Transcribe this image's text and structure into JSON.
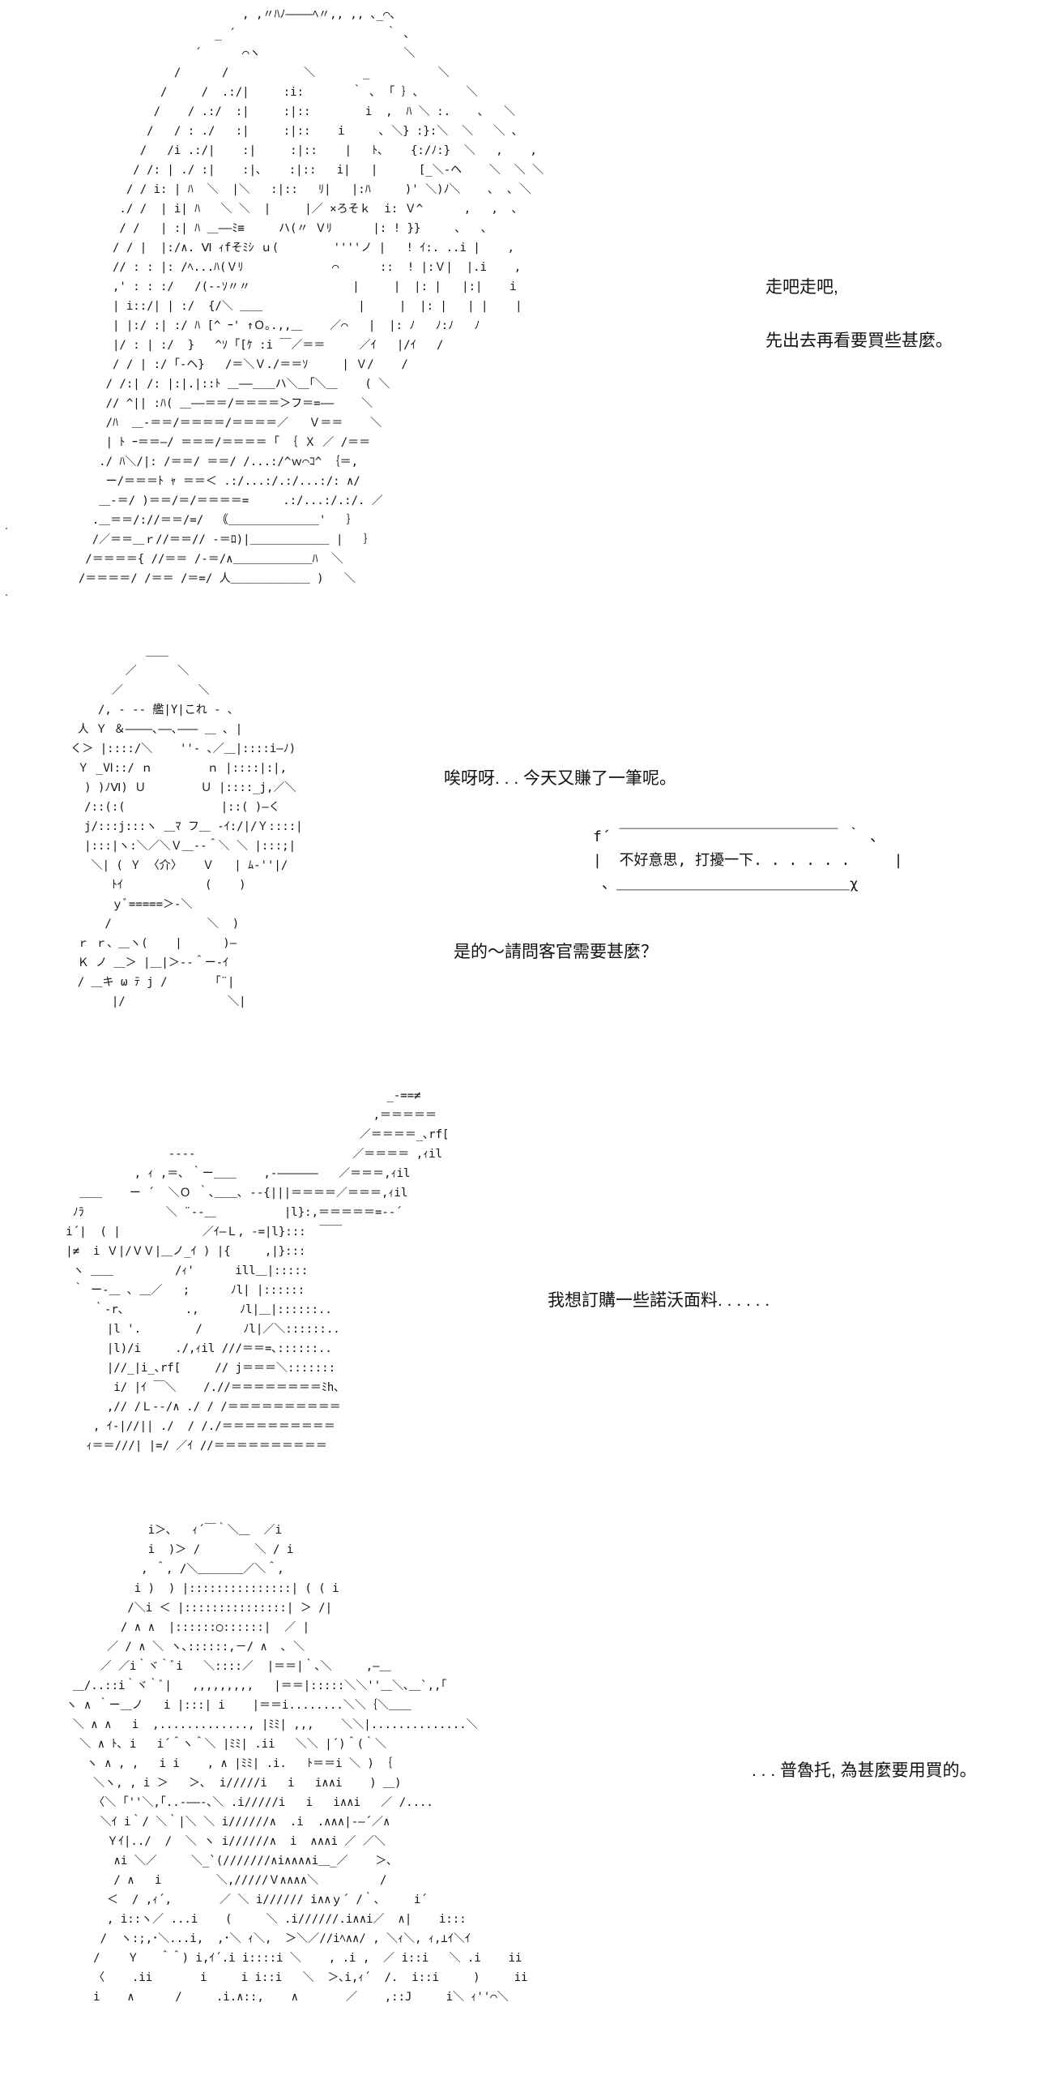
{
  "page": {
    "background": "#ffffff",
    "text_color": "#111111"
  },
  "margin_dots": [
    ".",
    "."
  ],
  "ascii_art": [
    {
      "name": "long-haired-girl",
      "lines": [
        "                          , ,〃ﾊﾉ――――ﾍ〃,, ,, ､_⌒､",
        "                      _ ´                      ｀ ､",
        "                   ´      ⌒ヽ                     ＼",
        "                /      /           ＼       _          ＼",
        "              /     /  .:/|     :i:       ｀ ､  ｢ ｝､       ＼",
        "             /    / .:/  :|     :|::        i  ,  ﾊ ＼ :.    ､   ＼",
        "            /   / : ./   :|     :|::    i     ､ ＼} :}:＼  ＼   ＼ ､",
        "           /   /i .:/|    :|     :|::    |   ﾄ､    {:/ﾉ:}  ＼   ,    ,",
        "          / /: | ./ :|    :|､    :|::   i|   |      [_＼-ヘ    ＼  ＼ ＼",
        "         / / i: | ﾊ  ＼  |＼   :|::   ﾘ|   |:ﾊ     )' ＼)ﾉ＼    ､  ､ ＼",
        "        ./ /  | i| ﾊ   ＼ ＼  |     |／ ×ろそｋ  i: Ｖ^      ,   ,  ､",
        "        / /   | :| ﾊ ＿――ﾐ≡     ハ(〃 Ｖﾘ      |: ! }}     ､   ､",
        "       / / |  |:/∧. Ⅵ ｨfそﾐｼ ｕ(        ''''ノ |   ! ｲ:. ..i |    ,",
        "       // : : |: /ﾍ...ﾊ(Ｖﾘ             ⌒      ::  ! |:Ｖ|  |.i    ,",
        "       ,' : : :/   /(--ｿ〃〃               |     |  |: |   |:|    i",
        "       | i::/| | :/  {/＼ ＿＿              |     |  |: |   | |    |",
        "       | |:/ :| :/ ﾊ [^ ｰ' ↑Ｏ｡.,,＿    ／⌒   |  |: ﾉ   ﾉ:ﾉ   ﾉ",
        "       |/ : | :/  }   ^ｿ ｢[ｹ :i ￣／＝＝     ／ｲ   |/ｲ   /",
        "       / / | :/ ｢-ヘ}   /＝＼Ｖ./＝＝ｿ     | Ｖ/    /",
        "      / /:| /: |:|.|::ﾄ ＿――＿＿ハ＼＿｢＼＿    ( ＼",
        "      // ^|| :ﾊ( ＿――＝＝/＝＝＝＝＞フ＝=――    ＼",
        "      /ﾊ  ＿-＝＝/＝＝＝＝/＝＝＝＝／   Ｖ＝＝    ＼",
        "      | ﾄ ｰ＝＝―/ ＝＝＝/＝＝＝＝ ｢ ｛ Ｘ ／ /＝＝",
        "     ./ ﾊ＼/|: /＝＝/ ＝＝/ /...:/^ｗ⌒ｺ^ ｛＝,",
        "      ー/＝＝＝ﾄ ｬ ＝＝＜ .:/...:/.:/...:/: ∧/",
        "     ＿-＝/ )＝＝/＝/＝＝＝＝=     .:/...:/.:/. ／",
        "    .＿＝＝/://＝＝/=/  ｟＿＿＿＿＿＿＿＿'   ｝",
        "    /／＝＝＿ｒ//＝＝// -＝ﾛ)|＿＿＿＿＿＿＿ |   ｝",
        "   /＝＝＝＝{ //＝＝ /-＝/∧＿＿＿＿＿＿＿ﾊ  ＼",
        "  /＝＝＝＝/ /＝＝ /＝=/ 人＿＿＿＿＿＿＿ )   ＼"
      ]
    },
    {
      "name": "kancolle-shopkeeper",
      "lines": [
        "              ＿＿",
        "           ／      ＼",
        "         ／           ＼",
        "       /, ‐ -- 艦|Y|これ - ､",
        "    人 Ｙ ＆――――､――､――― ＿ ､ |",
        "   く＞ |::::/＼    ''‐ ､／＿|::::i―ﾉ)",
        "    Ｙ _Ⅵ::/ ｎ        ｎ |::::|:|,",
        "     ) )ﾉⅥ) Ｕ        Ｕ |::::_j,／＼",
        "     /::(:(              |::( )―く",
        "     j/:::j:::ヽ ＿ﾏ フ＿ -ｲ:/|/Ｙ::::|",
        "     |:::|ヽ:＼／＼Ｖ＿--＾＼ ＼ |:::;|",
        "      ＼| ( Ｙ 〈介〉   Ｖ   | ﾑ-''|/",
        "         ﾄｲ            (    )",
        "         ｙﾞ=====＞-＼",
        "        /              ＼  )",
        "    ｒ ｒ、＿ヽ(    |      )―",
        "    Ｋ ノ ＿＞ |＿|＞--＾ー-ｲ",
        "    / ＿キ ω ﾃ j /       ｢¨|",
        "         |/               ＼|"
      ]
    },
    {
      "name": "customer-with-wing",
      "lines": [
        "                                                  _-==≠",
        "                                                ,＝＝＝＝＝",
        "                                              ／＝＝＝＝_､rf[",
        "                  ----                       ／＝＝＝＝ ,ｨil",
        "             , ｨ ,＝､ ｀ー＿＿    ,-――――――   ／＝＝＝,ｨil",
        "     ＿＿    ー ´  ＼Ｏ ｀､＿＿､ --{|||＝＝＝＝／＝＝＝,ｨil",
        "    ﾉﾗ            ＼ ¨‐-＿          |l}:,＝＝＝＝＝=--´",
        "   i´|  ( |            ／ｲ―Ｌ, -=|l}:::  ￣￣",
        "   |≠  i Ｖ|/ＶＶ|＿ノ_ｲ ) |{     ,|}:::",
        "    ヽ ＿＿         /ｨ'      ill＿|:::::",
        "    ｀ ー-＿ ､ ＿／   ;      ﾉl| |::::::",
        "       ｀-r､         .,      ﾉl|＿|::::::..",
        "         |l '.        /      ﾉl|／＼::::::..",
        "         |l)/i     ./,ｨil ///＝＝=､::::::..",
        "         |//_|i_､rf[     // j＝＝＝＼:::::::",
        "          i/ |ｲ ￣＼    /.//＝＝＝＝＝＝＝＝ﾐh､",
        "         ,// /Ｌ--/∧ ./ / /＝＝＝＝＝＝＝＝＝＝",
        "       , ｲ-|//|| ./  / /./＝＝＝＝＝＝＝＝＝＝",
        "      ｨ＝＝///| |=/ ／ｲ //＝＝＝＝＝＝＝＝＝＝"
      ]
    },
    {
      "name": "mecha-pluto",
      "lines": [
        "                    i＞､   ｨ´￣｀＼＿  ／i",
        "                    i  )＞ /        ＼ / i",
        "                   , ＾, /＼＿＿＿＿／＼＾,",
        "                  i )  ) |:::::::::::::::| ( ( i",
        "                 /＼i ＜ |:::::::::::::::| ＞ /|",
        "                / ∧ ∧  |::::::◯::::::|  ／ |",
        "              ／ / ∧ ＼ ヽ､::::::,－/ ∧  ､ ＼",
        "             ／ ／i｀ヾ｀ﾞi   ＼::::／  |＝＝|｀､＼     ,―＿",
        "         ＿/..::i｀ヾ｀ﾞ|   ,,,,,,,,,   |＝＝|:::::＼＼''＿＼､＿`,,｢",
        "        ヽ ∧ ｀ー＿ノ   i |:::| i    |＝＝i........＼＼｛＼＿＿",
        "         ＼ ∧ ∧   i  ,............., |ﾐﾐ| ,,,    ＼＼|..............＼",
        "          ＼ ∧ ﾄ､ i   i´＾ヽ＾＼ |ﾐﾐ| .ii   ＼＼ |´)＾(｀＼",
        "           ヽ ∧ , ,   i i    , ∧ |ﾐﾐ| .i.   ﾄ＝＝i ＼ ) ｛",
        "            ＼ヽ, , i ＞   ＞､  i/////i   i   i∧∧i    ) ＿)",
        "            〈＼ ｢''＼,｢..-――-､＼ .i/////i   i   i∧∧i   ／ /....",
        "             ＼ｲ i｀/ ＼｀|＼ ＼ i//////∧  .i  .∧∧∧|-―´／∧",
        "              Ｙｲ|../  /  ＼ ヽ i//////∧  i  ∧∧∧i ／ ／＼",
        "               ∧i ＼／     ＼_`(///////∧i∧∧∧∧i＿_／    ＞､",
        "               / ∧   i        ＼,/////Ｖ∧∧∧∧＼         /",
        "              ＜  / ,ｨ´,       ／ ＼ i////// i∧∧ｙ´ /｀､     i´",
        "              , i::ヽ／ ...i    (     ＼ .i//////.i∧∧i／  ∧|    i:::",
        "             /  ヽ:;,･＼...i,  ,･＼ ｨ＼,  ＞＼／//iﾍ∧∧/ , ＼ｨ＼, ｨ,⊥ｲ＼ｲ",
        "            /    Ｙ   ＾＾) i,ｲ´.i i::::i ＼    , .i ,  ／ i::i   ＼ .i    ii",
        "            〈    .ii       i     i i::i   ＼  ＞､i,ｨ´  /.  i::i     )     ii",
        "            i    ∧      /     .i.∧::,    ∧       ／    ,::J     i＼ ｨ''⌒＼"
      ]
    }
  ],
  "speech_bubble": {
    "lines": [
      "f´ ￣￣￣￣￣￣￣￣￣￣￣￣￣￣￣ ｀ 、",
      "|  不好意思, 打擾一下. . . . . .     |",
      " 、＿＿＿＿＿＿＿＿＿＿＿＿＿＿＿＿χ"
    ]
  },
  "dialogues": [
    {
      "speaker": "girl",
      "text": "走吧走吧,"
    },
    {
      "speaker": "girl",
      "text": "先出去再看要買些甚麼。"
    },
    {
      "speaker": "shopkeeper",
      "text": "唉呀呀. . . 今天又賺了一筆呢。"
    },
    {
      "speaker": "shopkeeper",
      "text": "是的～請問客官需要甚麼？"
    },
    {
      "speaker": "customer",
      "text": "我想訂購一些諾沃面料. . . . . ."
    },
    {
      "speaker": "narrator",
      "text": ". . . 普魯托, 為甚麼要用買的。"
    }
  ]
}
